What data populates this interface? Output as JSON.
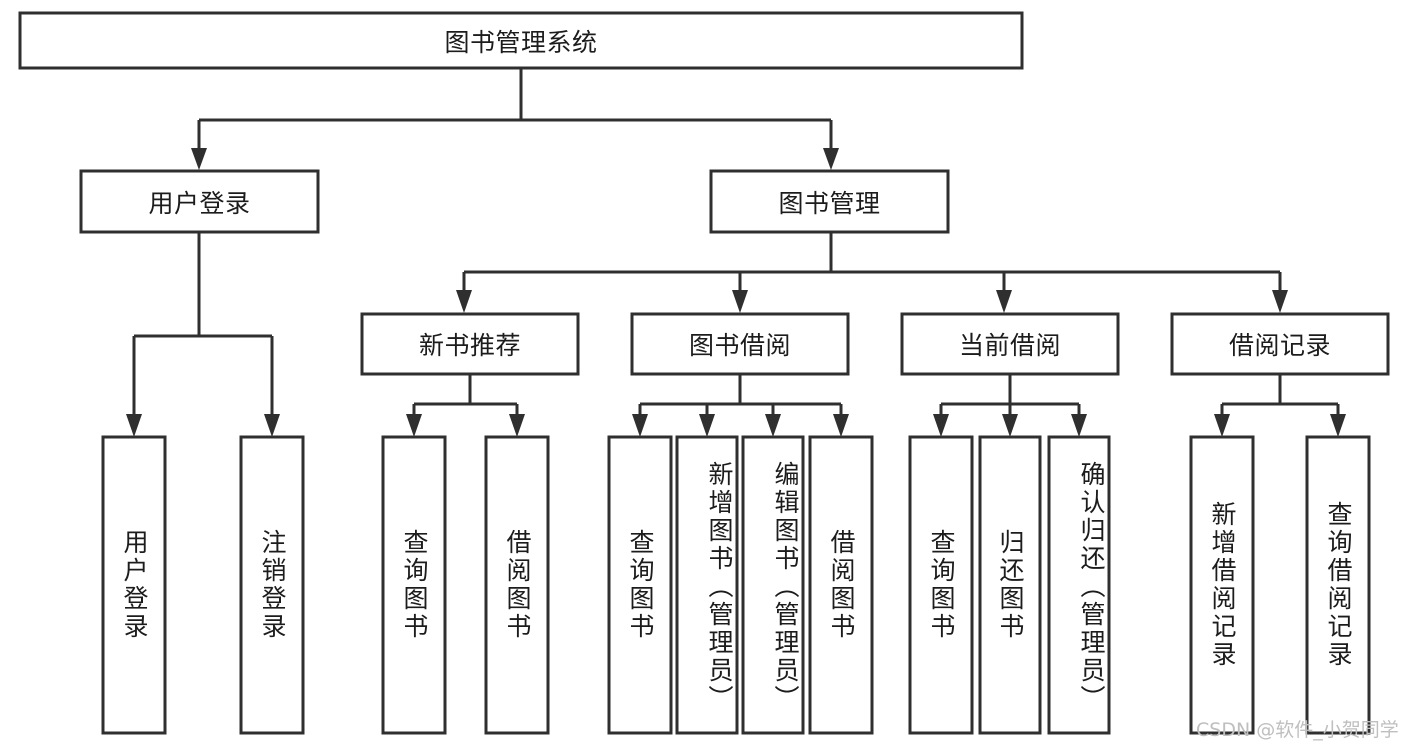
{
  "diagram": {
    "title": "图书管理系统",
    "type": "tree-structure-chart",
    "colors": {
      "box_stroke": "#2f2f2f",
      "box_fill": "#ffffff",
      "text": "#1c1c1c",
      "watermark": "#bfbfbf",
      "background": "#ffffff"
    },
    "watermark": "CSDN @软件_小贺同学",
    "nodes": {
      "root": {
        "label": "图书管理系统"
      },
      "level2": [
        {
          "label": "用户登录"
        },
        {
          "label": "图书管理"
        }
      ],
      "level3": [
        {
          "label": "新书推荐"
        },
        {
          "label": "图书借阅"
        },
        {
          "label": "当前借阅"
        },
        {
          "label": "借阅记录"
        }
      ],
      "leaves": {
        "user_login": [
          {
            "label": "用户登录"
          },
          {
            "label": "注销登录"
          }
        ],
        "new_book": [
          {
            "label": "查询图书"
          },
          {
            "label": "借阅图书"
          }
        ],
        "book_borrow": [
          {
            "label": "查询图书"
          },
          {
            "label": "新增图书（管理员）"
          },
          {
            "label": "编辑图书（管理员）"
          },
          {
            "label": "借阅图书"
          }
        ],
        "current_borrow": [
          {
            "label": "查询图书"
          },
          {
            "label": "归还图书"
          },
          {
            "label": "确认归还（管理员）"
          }
        ],
        "borrow_record": [
          {
            "label": "新增借阅记录"
          },
          {
            "label": "查询借阅记录"
          }
        ]
      }
    }
  }
}
